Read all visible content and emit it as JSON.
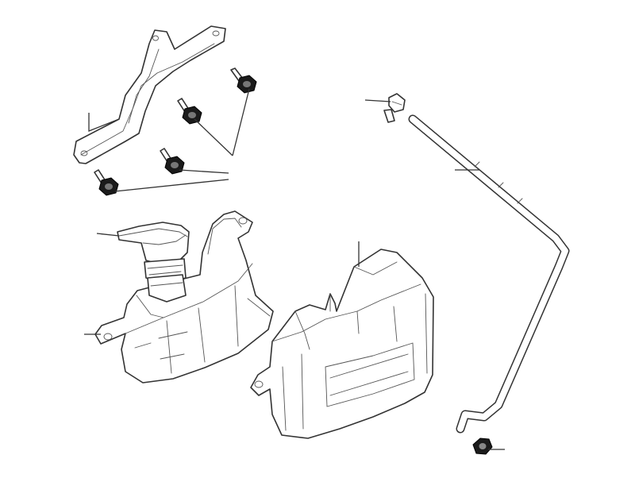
{
  "diagram": {
    "type": "exploded-parts-view",
    "parts": [
      {
        "id": "mounting-bracket",
        "label": ""
      },
      {
        "id": "bracket-bolts",
        "label": ""
      },
      {
        "id": "hose-clamp",
        "label": ""
      },
      {
        "id": "overflow-hose",
        "label": ""
      },
      {
        "id": "filler-cap",
        "label": ""
      },
      {
        "id": "coolant-reservoir",
        "label": ""
      },
      {
        "id": "reservoir-cover",
        "label": ""
      },
      {
        "id": "hose-nut",
        "label": ""
      }
    ],
    "colors": {
      "line": "#333333",
      "fill": "#ffffff",
      "fastener": "#1b1b1b"
    }
  }
}
